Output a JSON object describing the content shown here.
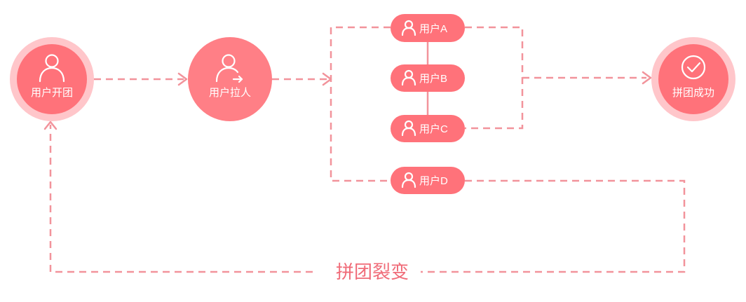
{
  "nodes": {
    "start": {
      "label": "用户开团",
      "icon": "user-icon"
    },
    "invite": {
      "label": "用户拉人",
      "icon": "user-share-icon"
    },
    "success": {
      "label": "拼团成功",
      "icon": "check-circle-icon"
    }
  },
  "users": [
    {
      "label": "用户A",
      "icon": "user-icon"
    },
    {
      "label": "用户B",
      "icon": "user-icon"
    },
    {
      "label": "用户C",
      "icon": "user-icon"
    },
    {
      "label": "用户D",
      "icon": "user-icon"
    }
  ],
  "caption": "拼团裂变",
  "colors": {
    "primary": "#ff727a",
    "halo": "#ffc6ca",
    "line": "#f2939b",
    "caption": "#f06b78"
  }
}
